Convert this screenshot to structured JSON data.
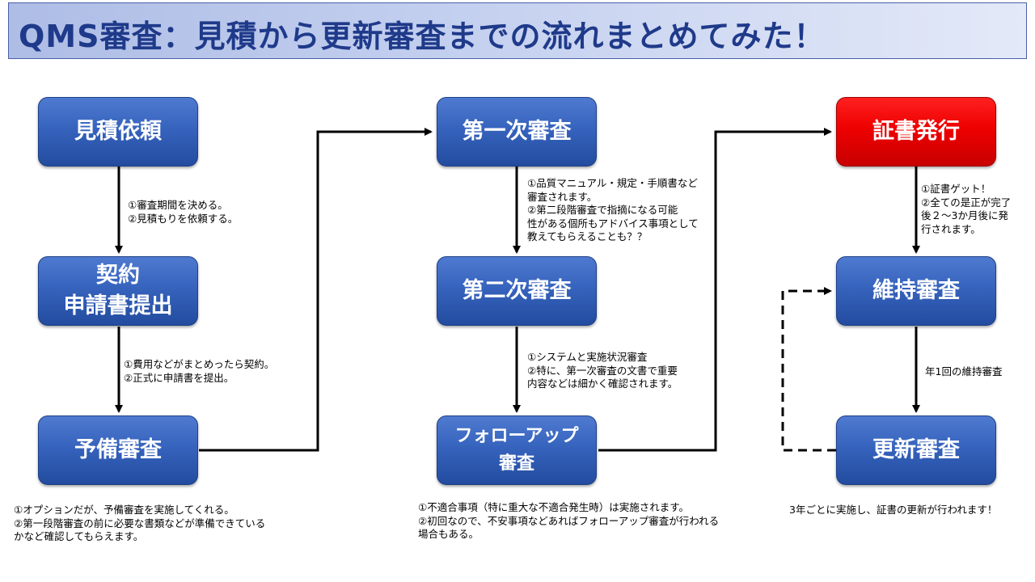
{
  "title": "QMS審査：見積から更新審査までの流れまとめてみた！",
  "nodes": {
    "estimate": "見積依頼",
    "contract": "契約\n申請書提出",
    "preliminary": "予備審査",
    "stage1": "第一次審査",
    "stage2": "第二次審査",
    "followup": "フォローアップ\n審査",
    "certificate": "証書発行",
    "maintenance": "維持審査",
    "renewal": "更新審査"
  },
  "notes": {
    "estimate_to_contract": "①審査期間を決める。\n②見積もりを依頼する。",
    "contract_to_preliminary": "①費用などがまとめったら契約。\n②正式に申請書を提出。",
    "preliminary_below": "①オプションだが、予備審査を実施してくれる。\n②第一段階審査の前に必要な書類などが準備できている\nかなど確認してもらえます。",
    "stage1_to_stage2": "①品質マニュアル・規定・手順書など\n審査されます。\n②第二段階審査で指摘になる可能\n性がある個所もアドバイス事項として\n教えてもらえることも？？",
    "stage2_to_followup": "①システムと実施状況審査\n②特に、第一次審査の文書で重要\n内容などは細かく確認されます。",
    "followup_below": "①不適合事項（特に重大な不適合発生時）は実施されます。\n②初回なので、不安事項などあればフォローアップ審査が行われる\n場合もある。",
    "certificate_to_maintenance": "①証書ゲット！\n②全ての是正が完了\n後２～3か月後に発\n行されます。",
    "maintenance_to_renewal": "年1回の維持審査",
    "renewal_below": "3年ごとに実施し、証書の更新が行われます！"
  },
  "colors": {
    "node_blue": "#2f5bb5",
    "node_red": "#e60000",
    "title_text": "#1f3a8a",
    "arrow": "#000000"
  }
}
